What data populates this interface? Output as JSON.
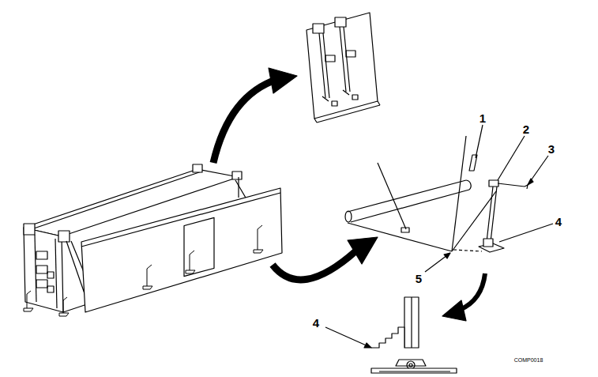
{
  "diagram": {
    "labels": [
      "1",
      "2",
      "3",
      "4",
      "5",
      "4",
      "COMP0018"
    ]
  }
}
